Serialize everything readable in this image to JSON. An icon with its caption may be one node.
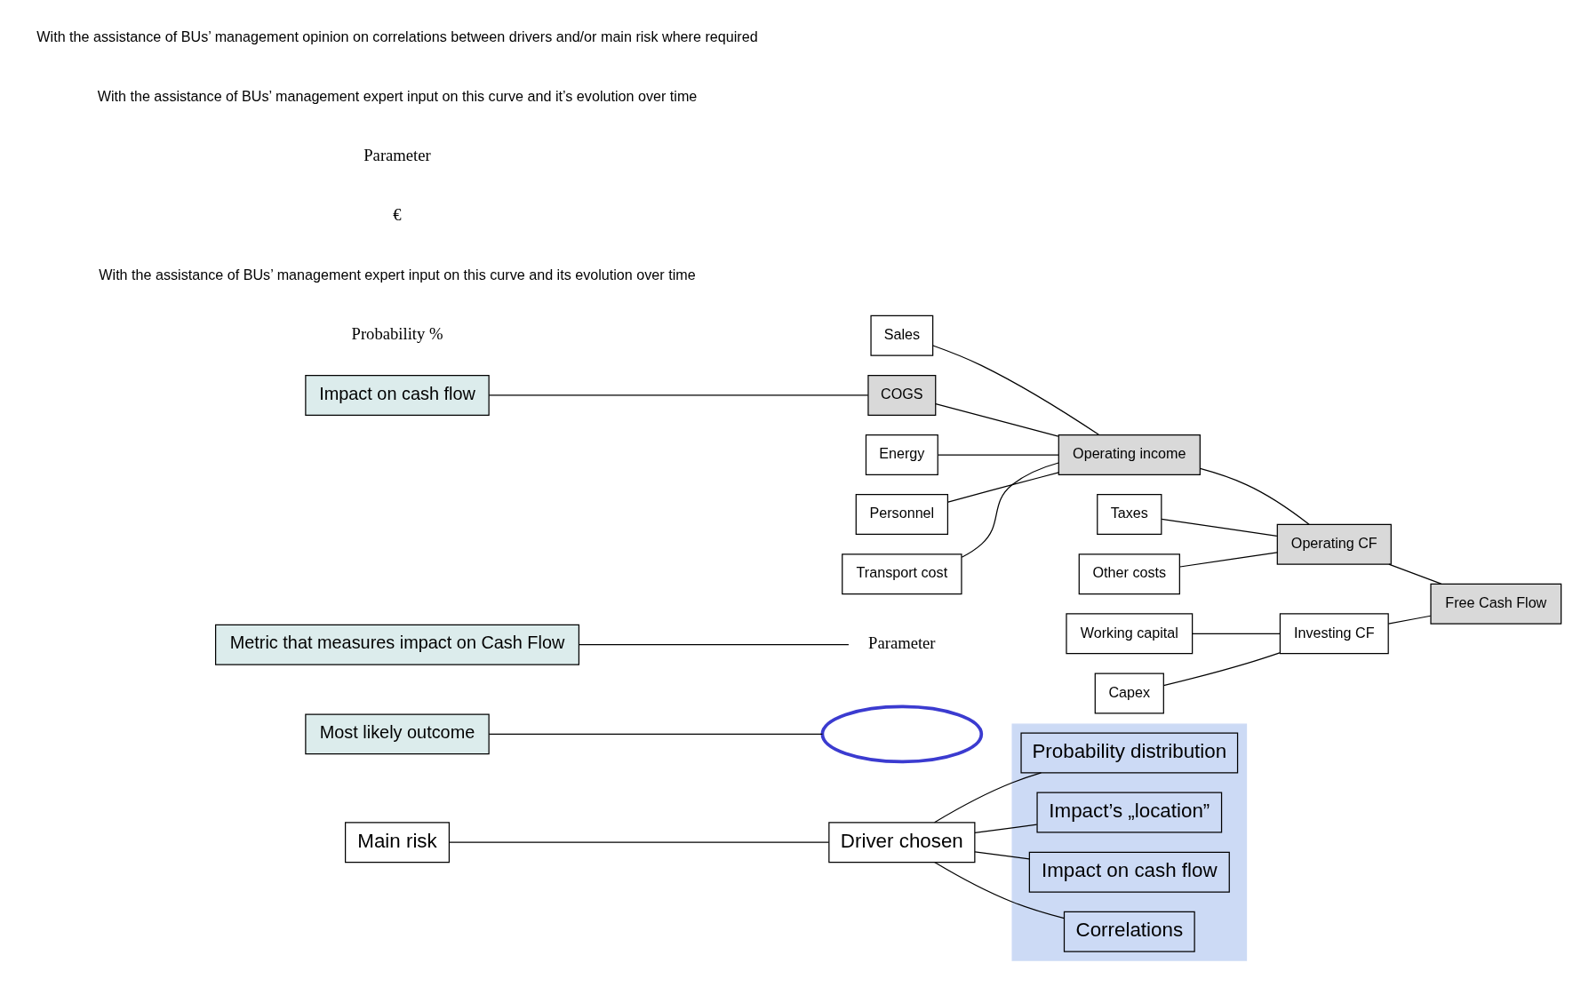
{
  "diagram": {
    "nodes": [
      {
        "text": [
          "Main risk"
        ]
      },
      {
        "text": [
          "Driver chosen"
        ]
      },
      {
        "text": [],
        "shape": "band"
      },
      {
        "text": [
          "Probability distribution"
        ],
        "in": 2
      },
      {
        "text": [
          "Impact’s „location”"
        ],
        "in": 2
      },
      {
        "text": [
          "Impact on cash flow"
        ],
        "in": 2
      },
      {
        "text": [
          "Correlations"
        ],
        "in": 2
      },
      {
        "text": [],
        "shape": "curve"
      },
      {
        "text": [
          "Most likely outcome"
        ]
      },
      {
        "text": [
          "Parameter"
        ]
      },
      {
        "text": [
          "Metric that measures impact on Cash Flow"
        ]
      },
      {
        "text": [
          "Sales"
        ]
      },
      {
        "text": [
          "Operating income"
        ]
      },
      {
        "text": [
          "Impact on cash flow"
        ]
      },
      {
        "text": [
          "COGS"
        ]
      },
      {
        "text": [
          "Taxes"
        ]
      },
      {
        "text": [
          "Operating CF"
        ]
      },
      {
        "text": [
          "Energy"
        ]
      },
      {
        "text": [
          "Other costs"
        ]
      },
      {
        "text": [
          "Personnel"
        ]
      },
      {
        "text": [
          "Free Cash Flow"
        ]
      },
      {
        "text": [
          "Transport cost"
        ]
      },
      {
        "text": [
          "Working capital"
        ]
      },
      {
        "text": [
          "Investing CF"
        ]
      },
      {
        "text": [
          "Capex"
        ]
      }
    ],
    "edges": [
      {
        "from": 0,
        "to": 1,
        "arrow": "none"
      },
      {
        "from": 1,
        "to": 3,
        "arrow": "none"
      },
      {
        "from": 1,
        "to": 4,
        "arrow": "none"
      },
      {
        "from": 1,
        "to": 5,
        "arrow": "none"
      },
      {
        "from": 1,
        "to": 6,
        "arrow": "none"
      },
      {
        "from": 8,
        "to": 7,
        "arrow": "none"
      },
      {
        "from": 10,
        "to": 9,
        "arrow": "none"
      },
      {
        "from": 13,
        "to": 14,
        "arrow": "none"
      },
      {
        "from": 11,
        "to": 12,
        "arrow": "none"
      },
      {
        "from": 14,
        "to": 12,
        "arrow": "none"
      },
      {
        "from": 17,
        "to": 12,
        "arrow": "none"
      },
      {
        "from": 19,
        "to": 12,
        "arrow": "none"
      },
      {
        "from": 21,
        "to": 12,
        "arrow": "none"
      },
      {
        "from": 12,
        "to": 16,
        "arrow": "none"
      },
      {
        "from": 15,
        "to": 16,
        "arrow": "none"
      },
      {
        "from": 18,
        "to": 16,
        "arrow": "none"
      },
      {
        "from": 22,
        "to": 23,
        "arrow": "none"
      },
      {
        "from": 24,
        "to": 23,
        "arrow": "none"
      },
      {
        "from": 16,
        "to": 20,
        "arrow": "none"
      },
      {
        "from": 23,
        "to": 20,
        "arrow": "none"
      }
    ],
    "labels": [
      "Probability %",
      "With the assistance of BUs’ management expert input on this curve and its evolution over time",
      "€",
      "Parameter",
      "With the assistance of BUs’ management expert input on this curve and it’s evolution over time",
      "With the assistance of BUs’ management opinion on correlations between drivers and/or main risk where required"
    ]
  }
}
